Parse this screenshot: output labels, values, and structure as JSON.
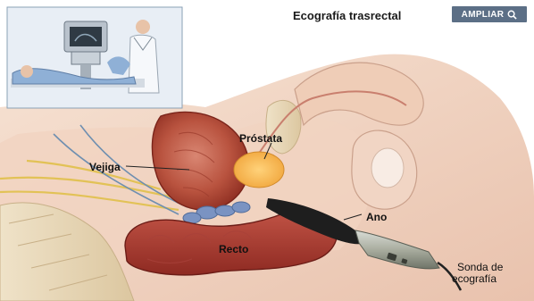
{
  "header": {
    "title": "Ecografía trasrectal",
    "zoom_label": "AMPLIAR"
  },
  "labels": {
    "prostate": "Próstata",
    "bladder": "Vejiga",
    "anus": "Ano",
    "rectum": "Recto",
    "probe_line1": "Sonda de",
    "probe_line2": "ecografía"
  },
  "icons": {
    "zoom": "magnifier-icon"
  },
  "colors": {
    "zoom_button_bg": "#5c6f86",
    "zoom_button_text": "#ffffff",
    "title_text": "#1a1a1a",
    "label_text": "#111111"
  }
}
